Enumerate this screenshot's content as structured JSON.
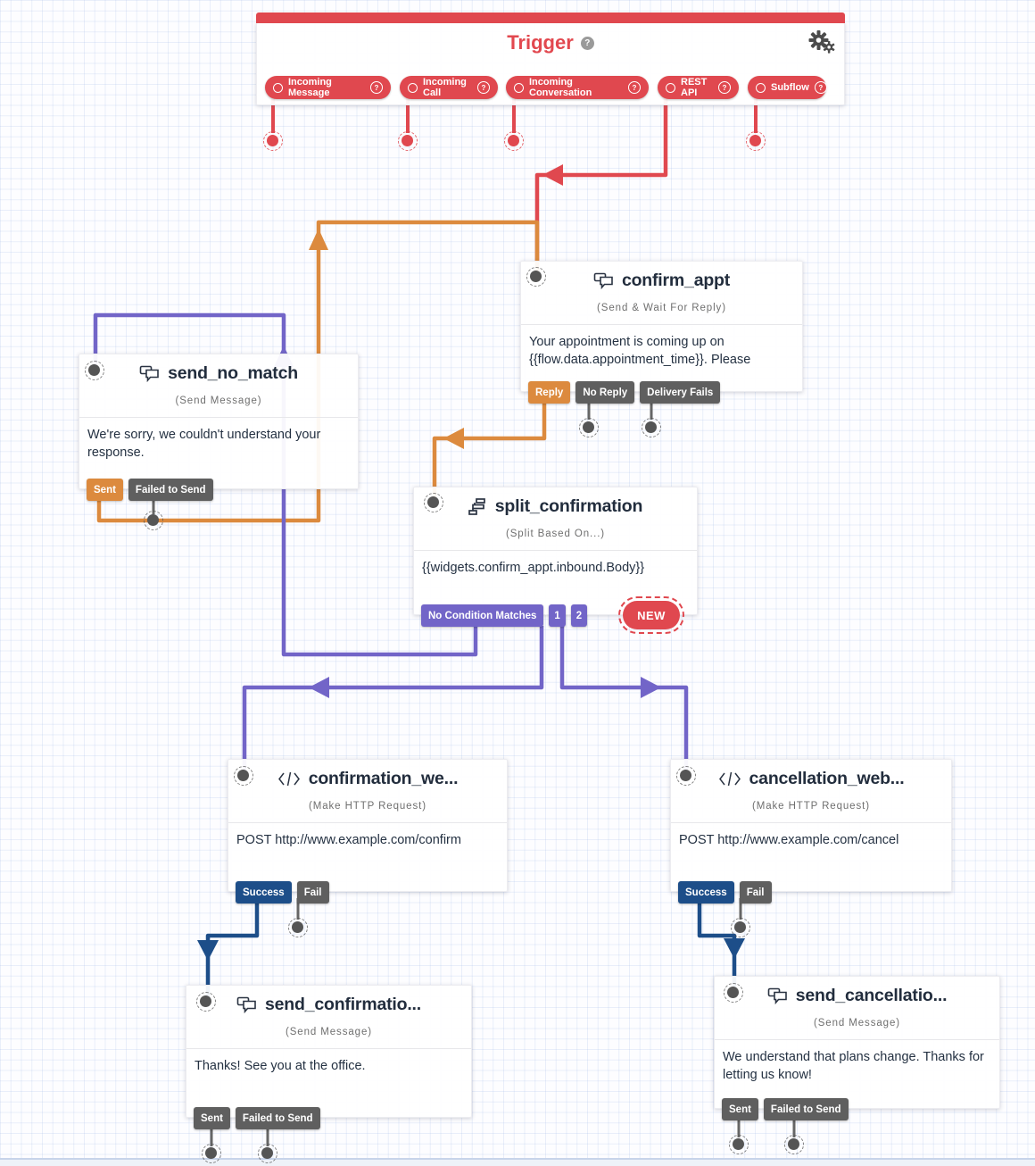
{
  "icons": {
    "help": "?"
  },
  "trigger": {
    "title": "Trigger",
    "buttons": [
      {
        "label": "Incoming Message"
      },
      {
        "label": "Incoming Call"
      },
      {
        "label": "Incoming Conversation"
      },
      {
        "label": "REST API"
      },
      {
        "label": "Subflow"
      }
    ]
  },
  "widgets": {
    "confirm_appt": {
      "title": "confirm_appt",
      "type_label": "(Send & Wait For Reply)",
      "body": "Your appointment is coming up on {{flow.data.appointment_time}}. Please",
      "buttons": [
        "Reply",
        "No Reply",
        "Delivery Fails"
      ]
    },
    "send_no_match": {
      "title": "send_no_match",
      "type_label": "(Send Message)",
      "body": "We're sorry, we couldn't understand your response.",
      "buttons": [
        "Sent",
        "Failed to Send"
      ]
    },
    "split_confirmation": {
      "title": "split_confirmation",
      "type_label": "(Split Based On...)",
      "body": "{{widgets.confirm_appt.inbound.Body}}",
      "buttons": [
        "No Condition Matches",
        "1",
        "2"
      ],
      "new_label": "NEW"
    },
    "confirmation_webhook": {
      "title": "confirmation_we...",
      "type_label": "(Make HTTP Request)",
      "body": "POST http://www.example.com/confirm",
      "buttons": [
        "Success",
        "Fail"
      ]
    },
    "cancellation_webhook": {
      "title": "cancellation_web...",
      "type_label": "(Make HTTP Request)",
      "body": "POST http://www.example.com/cancel",
      "buttons": [
        "Success",
        "Fail"
      ]
    },
    "send_confirmation": {
      "title": "send_confirmatio...",
      "type_label": "(Send Message)",
      "body": "Thanks! See you at the office.",
      "buttons": [
        "Sent",
        "Failed to Send"
      ]
    },
    "send_cancellation": {
      "title": "send_cancellatio...",
      "type_label": "(Send Message)",
      "body": "We understand that plans change. Thanks for letting us know!",
      "buttons": [
        "Sent",
        "Failed to Send"
      ]
    }
  },
  "colors": {
    "red": "#E0484F",
    "orange": "#DC8A3E",
    "purple": "#7265C8",
    "navy": "#1D4E89",
    "gray_button": "#5F5F5F"
  }
}
